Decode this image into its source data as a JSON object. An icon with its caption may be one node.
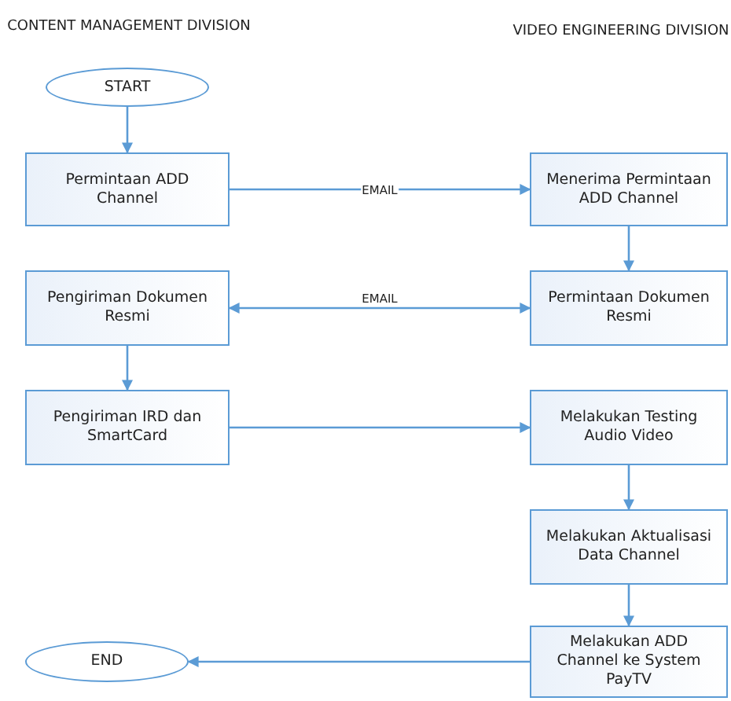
{
  "diagram": {
    "nodes": [
      {
        "text": [
          "START"
        ]
      },
      {
        "text": [
          "Permintaan ADD Channel"
        ]
      },
      {
        "text": [
          "Menerima Permintaan ADD Channel"
        ]
      },
      {
        "text": [
          "Pengiriman Dokumen Resmi"
        ]
      },
      {
        "text": [
          "Permintaan Dokumen Resmi"
        ]
      },
      {
        "text": [
          "Pengiriman IRD dan SmartCard"
        ]
      },
      {
        "text": [
          "Melakukan Testing Audio Video"
        ]
      },
      {
        "text": [
          "Melakukan Aktualisasi Data Channel"
        ]
      },
      {
        "text": [
          "Melakukan ADD Channel ke System PayTV"
        ]
      },
      {
        "text": [
          "END"
        ]
      }
    ],
    "edges": [
      {
        "from": 0,
        "to": 1,
        "arrow": "to"
      },
      {
        "from": 1,
        "to": 2,
        "arrow": "to",
        "label": "EMAIL"
      },
      {
        "from": 2,
        "to": 4,
        "arrow": "to"
      },
      {
        "from": 3,
        "to": 4,
        "arrow": "both",
        "label": "EMAIL"
      },
      {
        "from": 3,
        "to": 5,
        "arrow": "to"
      },
      {
        "from": 5,
        "to": 6,
        "arrow": "to"
      },
      {
        "from": 6,
        "to": 7,
        "arrow": "to"
      },
      {
        "from": 7,
        "to": 8,
        "arrow": "to"
      },
      {
        "from": 8,
        "to": 9,
        "arrow": "to"
      }
    ],
    "labels": [
      "CONTENT MANAGEMENT DIVISION",
      "VIDEO ENGINEERING DIVISION"
    ]
  }
}
